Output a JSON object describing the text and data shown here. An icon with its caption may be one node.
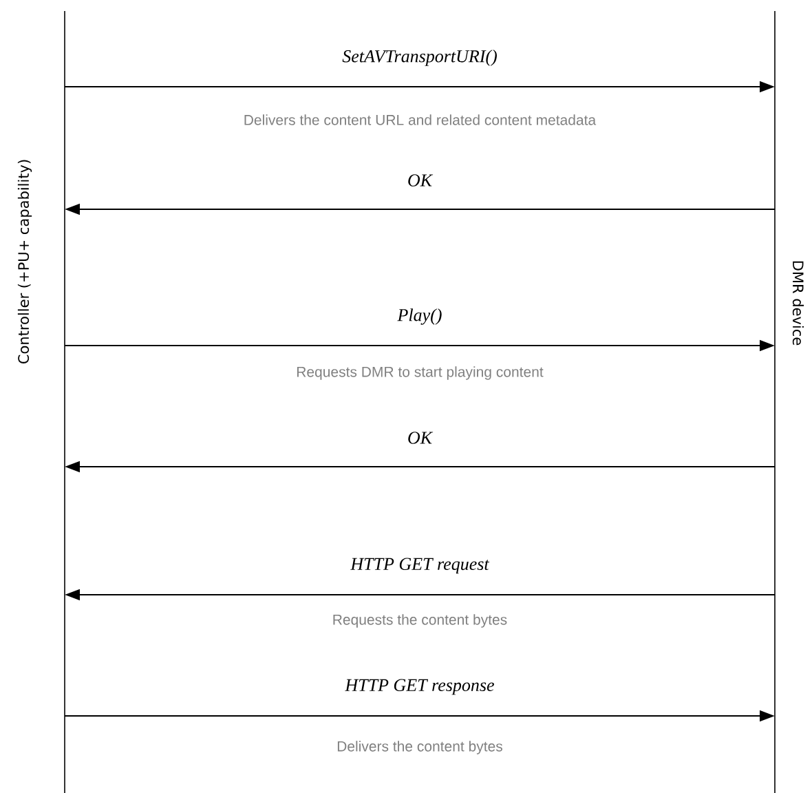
{
  "diagram": {
    "nodes": [
      {
        "text": [
          "Controller (+PU+ capability)"
        ]
      },
      {
        "text": [
          "DMR device"
        ]
      }
    ],
    "edges": [
      {
        "from": 0,
        "to": 1,
        "arrow": "to",
        "label": "SetAVTransportURI()"
      },
      {
        "from": 1,
        "to": 0,
        "arrow": "to",
        "label": "OK"
      },
      {
        "from": 0,
        "to": 1,
        "arrow": "to",
        "label": "Play()"
      },
      {
        "from": 1,
        "to": 0,
        "arrow": "to",
        "label": "OK"
      },
      {
        "from": 1,
        "to": 0,
        "arrow": "to",
        "label": "HTTP GET request"
      },
      {
        "from": 0,
        "to": 1,
        "arrow": "to",
        "label": "HTTP GET response"
      }
    ],
    "labels": [
      "Delivers the content URL and related content metadata",
      "Requests DMR to start playing content",
      "Requests the content bytes",
      "Delivers the content bytes"
    ]
  }
}
